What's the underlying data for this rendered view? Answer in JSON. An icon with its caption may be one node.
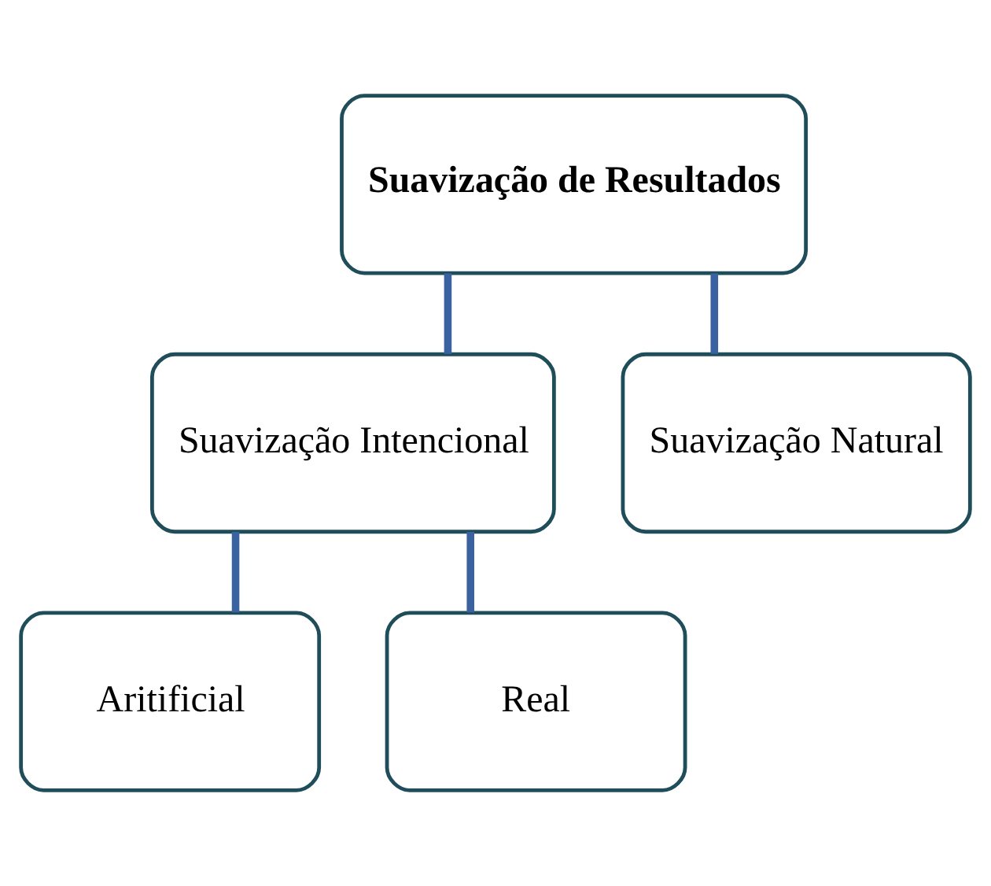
{
  "diagram": {
    "nodes": [
      {
        "text": [
          "Suavização de Resultados"
        ]
      },
      {
        "text": [
          "Suavização Intencional"
        ]
      },
      {
        "text": [
          "Suavização Natural"
        ]
      },
      {
        "text": [
          "Aritificial"
        ]
      },
      {
        "text": [
          "Real"
        ]
      }
    ],
    "edges": [
      {
        "from": 0,
        "to": 1,
        "arrow": "none"
      },
      {
        "from": 0,
        "to": 2,
        "arrow": "none"
      },
      {
        "from": 1,
        "to": 3,
        "arrow": "none"
      },
      {
        "from": 1,
        "to": 4,
        "arrow": "none"
      }
    ]
  }
}
